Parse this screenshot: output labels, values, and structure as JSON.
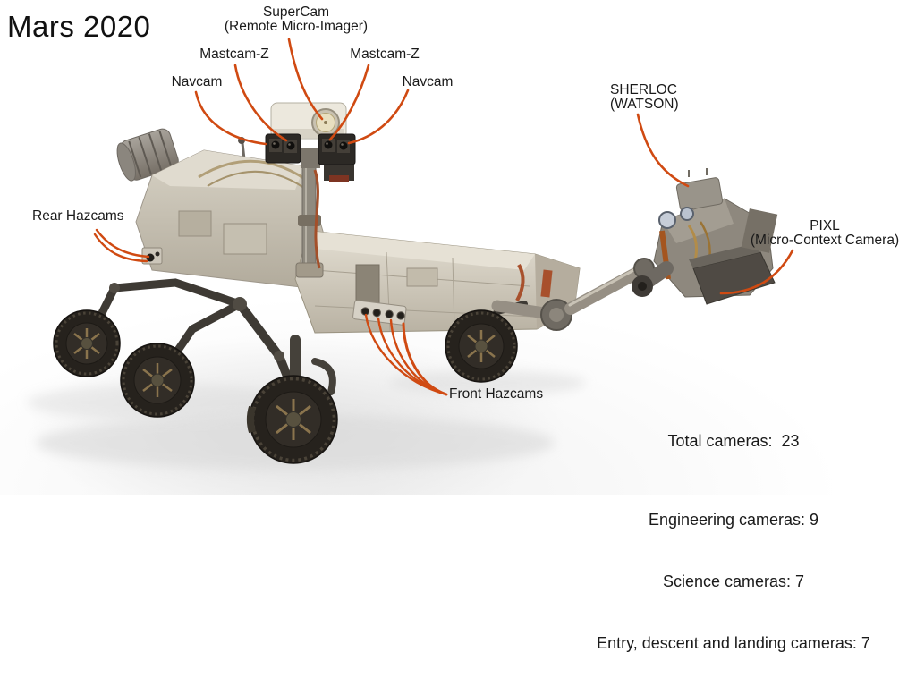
{
  "title": "Mars 2020",
  "colors": {
    "leader_line": "#d04a12",
    "text": "#1a1a1a",
    "background": "#ffffff"
  },
  "labels": {
    "supercam": [
      "SuperCam",
      "(Remote Micro-Imager)"
    ],
    "mastcam_z_left": "Mastcam-Z",
    "mastcam_z_right": "Mastcam-Z",
    "navcam_left": "Navcam",
    "navcam_right": "Navcam",
    "sherloc": [
      "SHERLOC",
      "(WATSON)"
    ],
    "pixl": [
      "PIXL",
      "(Micro-Context Camera)"
    ],
    "rear_hazcams": "Rear Hazcams",
    "front_hazcams": "Front Hazcams"
  },
  "stats": {
    "total": "Total cameras:  23",
    "engineering": "Engineering cameras: 9",
    "science": "Science cameras: 7",
    "entry_descent_landing": "Entry, descent and landing cameras: 7"
  }
}
